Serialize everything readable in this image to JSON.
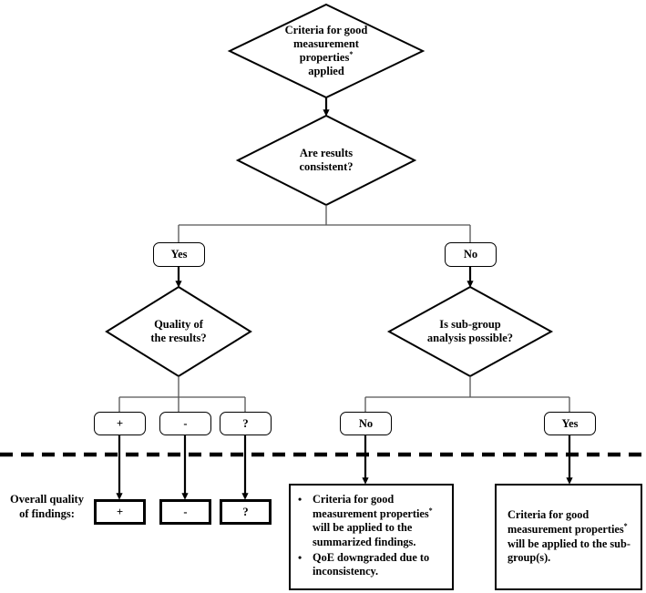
{
  "diagram": {
    "title_note": "asterisk marker denotes footnote reference on 'properties'",
    "nodes": {
      "criteria_top": {
        "shape": "diamond",
        "line1": "Criteria for good",
        "line2": "measurement",
        "line3": "properties",
        "line4": "applied"
      },
      "results_consistent": {
        "shape": "diamond",
        "line1": "Are results",
        "line2": "consistent?"
      },
      "branch_yes": {
        "shape": "rounded-rect",
        "label": "Yes"
      },
      "branch_no": {
        "shape": "rounded-rect",
        "label": "No"
      },
      "quality_results": {
        "shape": "diamond",
        "line1": "Quality of",
        "line2": "the results?"
      },
      "subgroup_possible": {
        "shape": "diamond",
        "line1": "Is sub-group",
        "line2": "analysis possible?"
      },
      "quality_plus": {
        "shape": "rounded-rect",
        "label": "+"
      },
      "quality_minus": {
        "shape": "rounded-rect",
        "label": "-"
      },
      "quality_question": {
        "shape": "rounded-rect",
        "label": "?"
      },
      "subgroup_no": {
        "shape": "rounded-rect",
        "label": "No"
      },
      "subgroup_yes": {
        "shape": "rounded-rect",
        "label": "Yes"
      },
      "outcome_plus": {
        "shape": "rect",
        "label": "+"
      },
      "outcome_minus": {
        "shape": "rect",
        "label": "-"
      },
      "outcome_question": {
        "shape": "rect",
        "label": "?"
      },
      "summarized_findings_box": {
        "shape": "rect",
        "bullets": [
          "Criteria for good measurement properties* will be applied to the summarized findings.",
          "QoE downgraded due to inconsistency."
        ],
        "bullet1_part_a": "Criteria for good measurement properties",
        "bullet1_part_b": " will be applied to the summarized findings.",
        "bullet2": "QoE downgraded due to inconsistency."
      },
      "subgroup_box": {
        "shape": "rect",
        "part_a": "Criteria for good measurement properties",
        "part_b": " will be applied to the sub-group(s)."
      }
    },
    "labels": {
      "overall_quality_line1": "Overall quality",
      "overall_quality_line2": "of findings:",
      "footnote_marker": "*"
    },
    "separator": {
      "style": "dashed",
      "color": "#000000"
    },
    "colors": {
      "stroke": "#000000",
      "connector_light": "#4d4d4d",
      "background": "#ffffff"
    }
  }
}
